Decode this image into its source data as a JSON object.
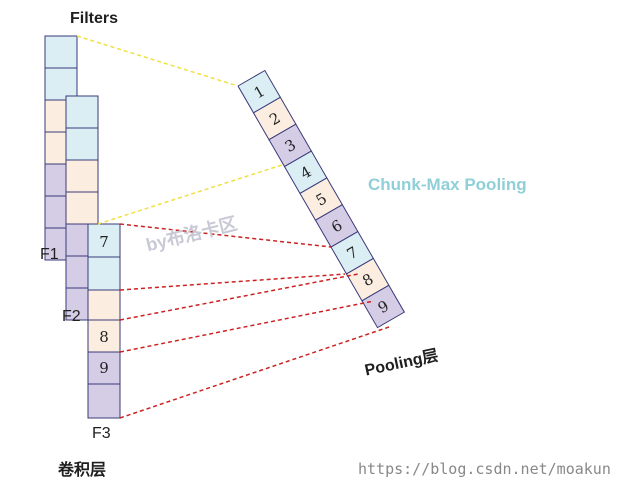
{
  "labels": {
    "filters": "Filters",
    "f1": "F1",
    "f2": "F2",
    "f3": "F3",
    "conv_layer": "卷积层",
    "pooling_layer": "Pooling层",
    "chunk_max": "Chunk-Max Pooling",
    "watermark": "by布洛卡区",
    "url": "https://blog.csdn.net/moakun"
  },
  "colors": {
    "cyan": "#daeef3",
    "peach": "#fbeee0",
    "purple": "#d5cde6",
    "border": "#3a3a7a",
    "yellow_dash": "#f0e040",
    "red_dash": "#cc2222",
    "title_cyan": "#8fd0d8"
  },
  "f3_cells": [
    "7",
    "",
    "",
    "8",
    "9",
    ""
  ],
  "pooling_cells": [
    "1",
    "2",
    "3",
    "4",
    "5",
    "6",
    "7",
    "8",
    "9"
  ]
}
